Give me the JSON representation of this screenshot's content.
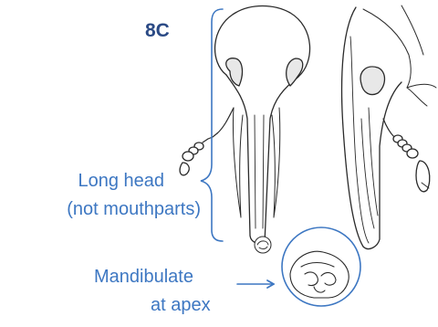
{
  "figure_label": "8C",
  "annotations": {
    "long_head_line1": "Long head",
    "long_head_line2": "(not mouthparts)",
    "mandibulate_line1": "Mandibulate",
    "mandibulate_line2": "at apex"
  },
  "colors": {
    "annotation_blue": "#3d77c2",
    "label_navy": "#2b4a85",
    "drawing_ink": "#2a2a2a",
    "eye_fill": "#e8e8e8"
  }
}
